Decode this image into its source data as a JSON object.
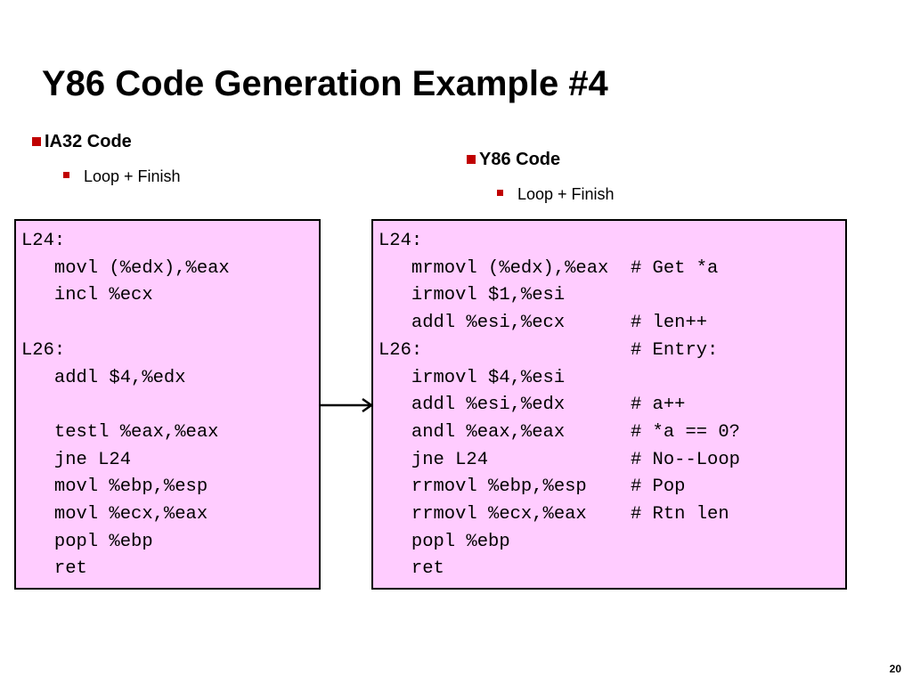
{
  "slide": {
    "title": "Y86 Code Generation Example #4",
    "page_number": "20"
  },
  "left": {
    "heading": "IA32 Code",
    "subheading": "Loop + Finish",
    "code": "L24:\n   movl (%edx),%eax\n   incl %ecx\n\nL26:\n   addl $4,%edx\n\n   testl %eax,%eax\n   jne L24\n   movl %ebp,%esp\n   movl %ecx,%eax\n   popl %ebp\n   ret"
  },
  "right": {
    "heading": "Y86 Code",
    "subheading": "Loop + Finish",
    "code": "L24:\n   mrmovl (%edx),%eax  # Get *a\n   irmovl $1,%esi\n   addl %esi,%ecx      # len++\nL26:                   # Entry:\n   irmovl $4,%esi\n   addl %esi,%edx      # a++\n   andl %eax,%eax      # *a == 0?\n   jne L24             # No--Loop\n   rrmovl %ebp,%esp    # Pop\n   rrmovl %ecx,%eax    # Rtn len\n   popl %ebp\n   ret"
  },
  "colors": {
    "bullet": "#c00000",
    "code_background": "#ffccff",
    "border": "#000000"
  },
  "icons": {
    "arrow": "right-arrow-icon"
  }
}
